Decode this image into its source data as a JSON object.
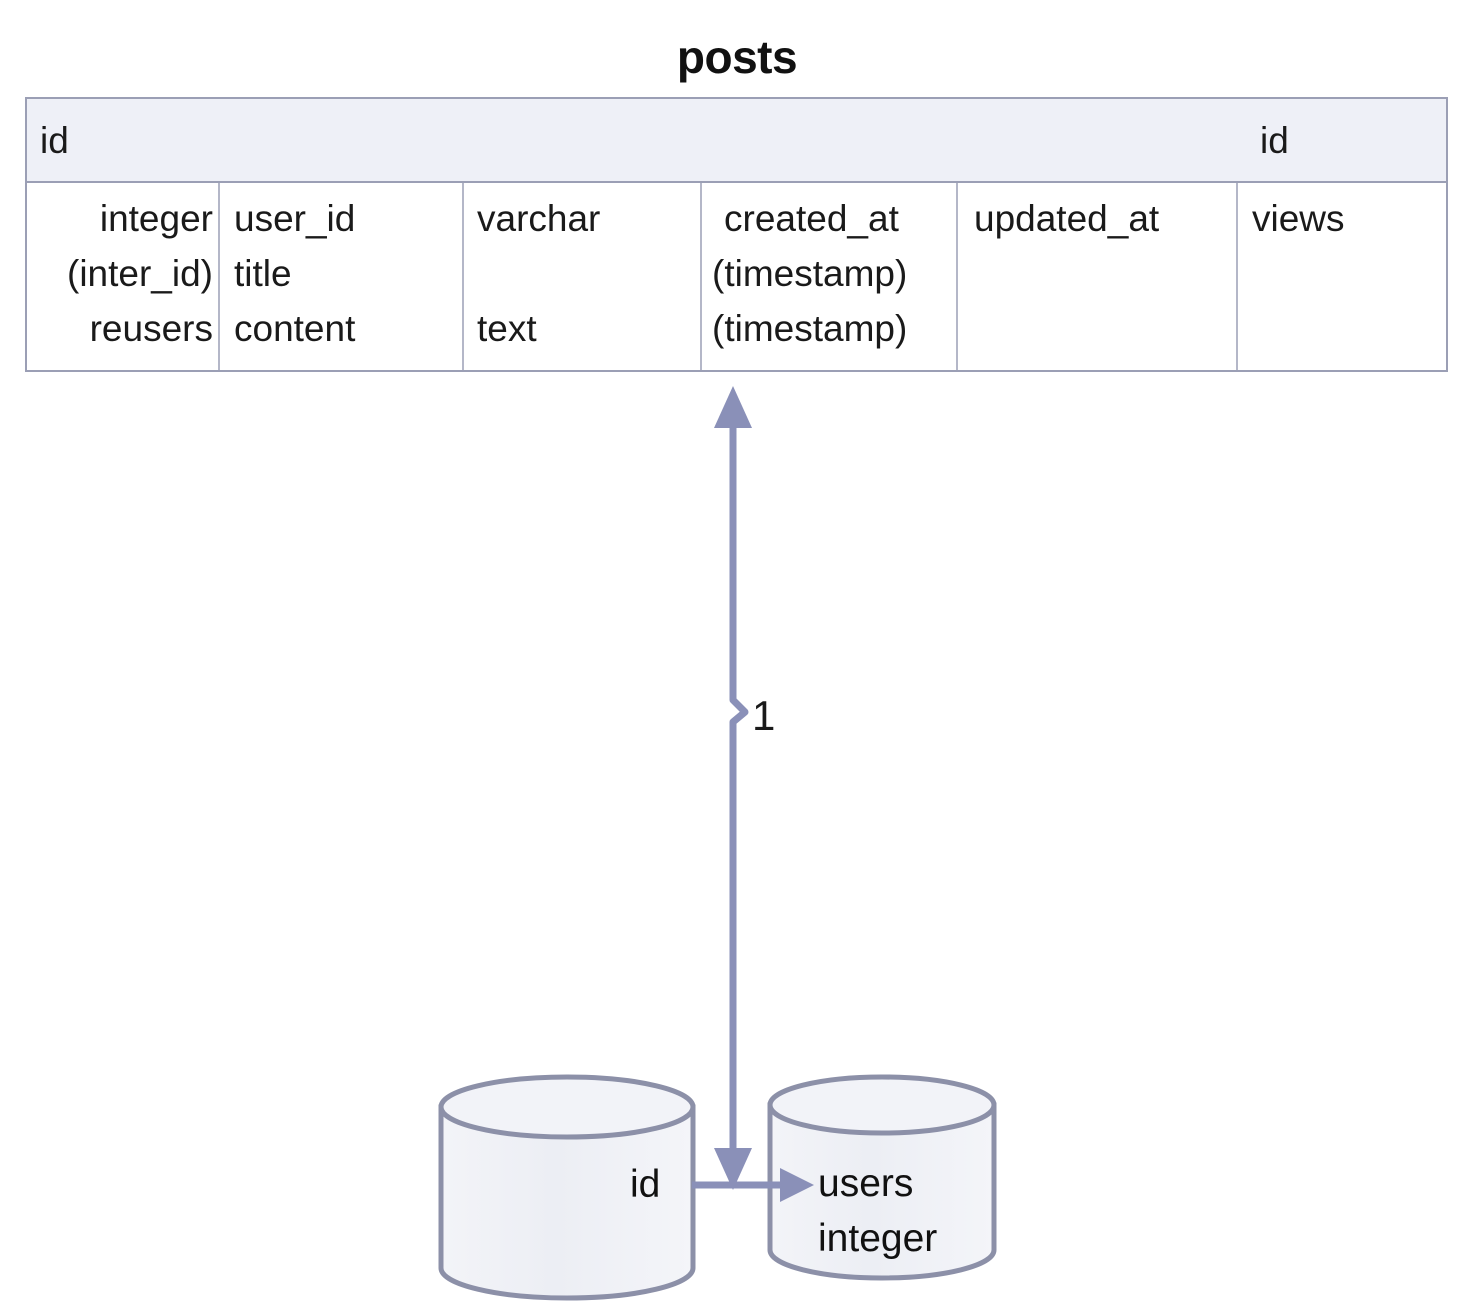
{
  "diagram": {
    "title": "posts",
    "type": "entity-relationship-diagram"
  },
  "colors": {
    "table_border": "#9b9fb5",
    "table_inner_border": "#b4b7c8",
    "header_fill": "#eef0f7",
    "cylinder_fill": "#eef0f5",
    "cylinder_stroke": "#8c90a8",
    "arrow": "#8a90b8",
    "text": "#1a1a1a"
  },
  "entity_table": {
    "name": "posts",
    "header": {
      "left_label": "id",
      "right_label": "id"
    },
    "columns": [
      {
        "index": 0,
        "lines": [
          "integer",
          "(inter_id)",
          "reusers"
        ]
      },
      {
        "index": 1,
        "lines": [
          "user_id",
          "title",
          "content"
        ]
      },
      {
        "index": 2,
        "lines": [
          "varchar",
          "",
          "text"
        ]
      },
      {
        "index": 3,
        "lines": [
          "created_at",
          "(timestamp)",
          "(timestamp)"
        ]
      },
      {
        "index": 4,
        "lines": [
          "updated_at",
          "",
          ""
        ]
      },
      {
        "index": 5,
        "lines": [
          "views",
          "",
          ""
        ]
      }
    ]
  },
  "relationship": {
    "cardinality_label": "1",
    "direction": "bidirectional-vertical"
  },
  "cylinders": [
    {
      "name": "left-cylinder",
      "labels": [
        "id"
      ]
    },
    {
      "name": "right-cylinder",
      "labels": [
        "users",
        "integer"
      ]
    }
  ]
}
